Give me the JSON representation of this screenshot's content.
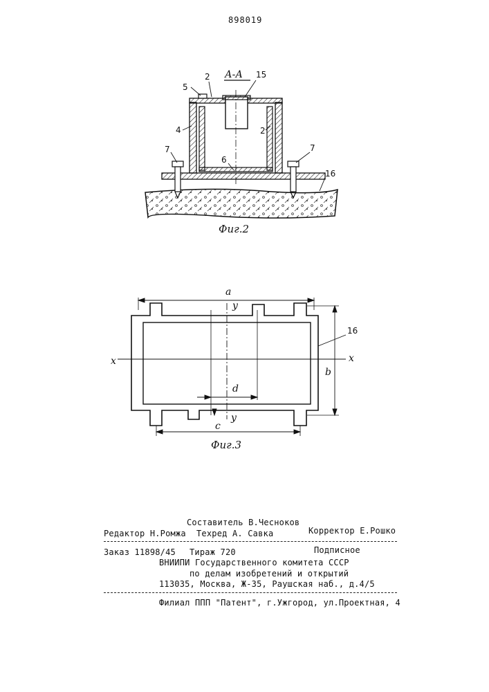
{
  "header": {
    "patent_number": "898019"
  },
  "figure2": {
    "section_label": "А-А",
    "caption": "Фиг.2",
    "labels": {
      "l2a": "2",
      "l15": "15",
      "l5": "5",
      "l4": "4",
      "l2b": "2",
      "l7a": "7",
      "l7b": "7",
      "l6": "6",
      "l16": "16"
    }
  },
  "figure3": {
    "caption": "Фиг.3",
    "labels": {
      "a": "a",
      "y_top": "y",
      "y_bottom": "y",
      "b": "b",
      "x_left": "x",
      "x_right": "x",
      "d": "d",
      "c": "c",
      "l16": "16"
    }
  },
  "footer": {
    "compiler": "Составитель В.Чесноков",
    "editor": "Редактор Н.Ромжа",
    "techred": "Техред  А. Савка",
    "corrector": "Корректор Е.Рошко",
    "order": "Заказ 11898/45",
    "circulation": "Тираж 720",
    "subscription": "Подписное",
    "org_line1": "ВНИИПИ Государственного комитета СССР",
    "org_line2": "по делам изобретений и открытий",
    "address": "113035, Москва, Ж-35, Раушская наб., д.4/5",
    "branch": "Филиал ППП \"Патент\", г.Ужгород, ул.Проектная, 4"
  }
}
